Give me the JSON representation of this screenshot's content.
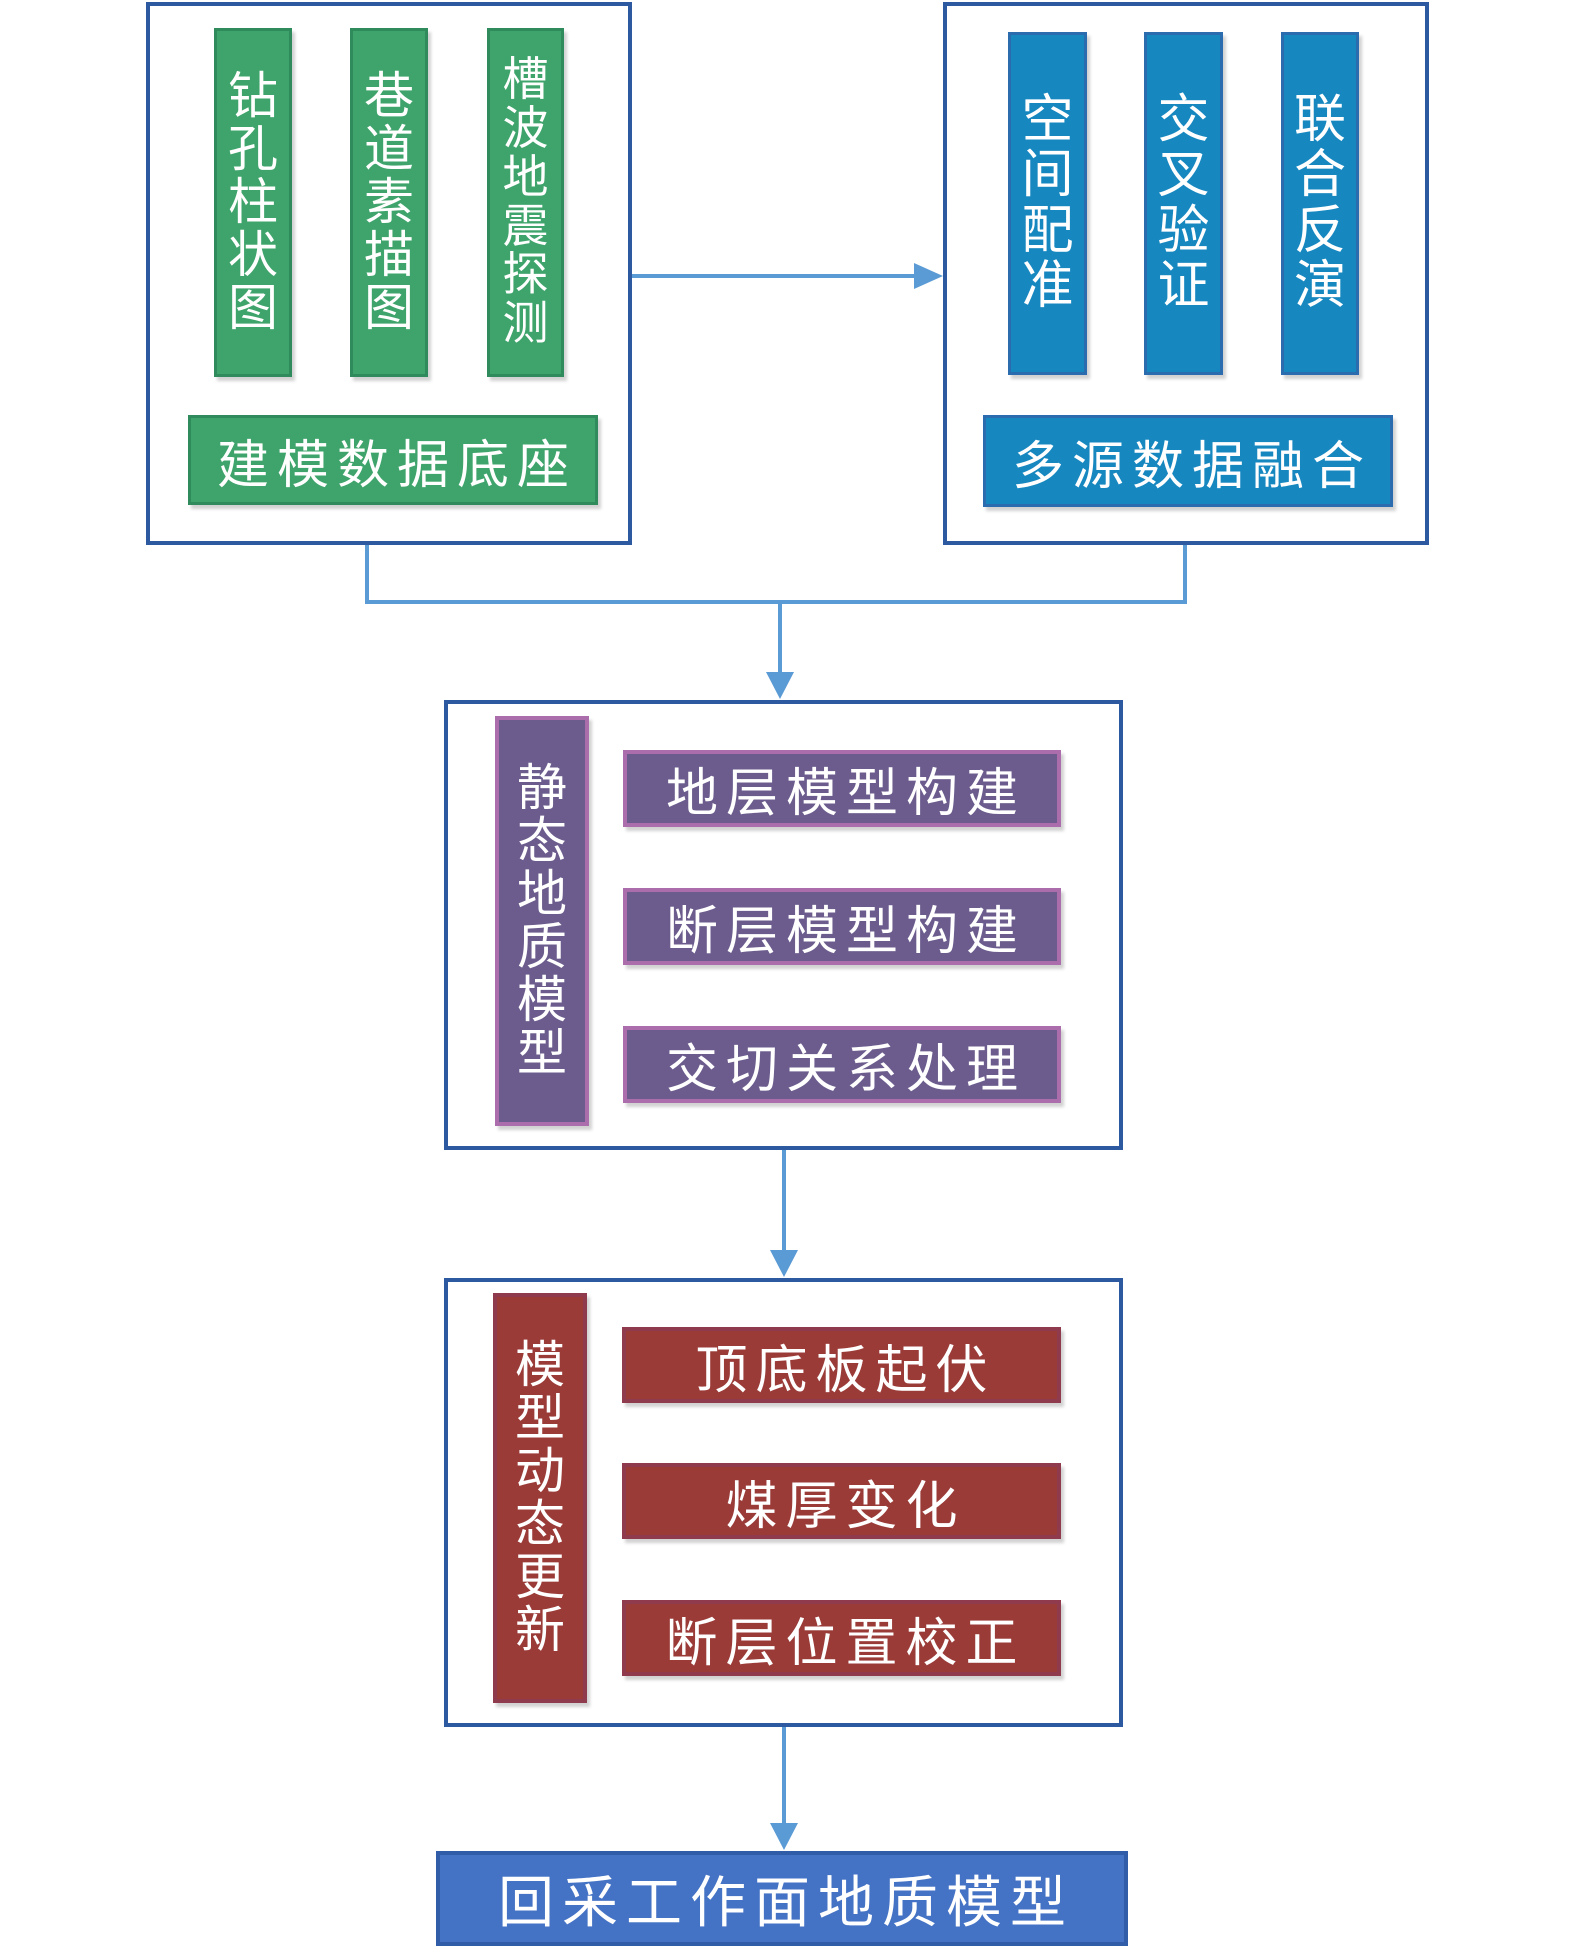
{
  "diagram": {
    "data_base_group": {
      "vertical_items": [
        "钻孔柱状图",
        "巷道素描图",
        "槽波地震探测"
      ],
      "summary_label": "建模数据底座"
    },
    "fusion_group": {
      "vertical_items": [
        "空间配准",
        "交叉验证",
        "联合反演"
      ],
      "summary_label": "多源数据融合"
    },
    "static_model_group": {
      "side_label": "静态地质模型",
      "steps": [
        "地层模型构建",
        "断层模型构建",
        "交切关系处理"
      ]
    },
    "dynamic_update_group": {
      "side_label": "模型动态更新",
      "steps": [
        "顶底板起伏",
        "煤厚变化",
        "断层位置校正"
      ]
    },
    "output_label": "回采工作面地质模型",
    "colors": {
      "green_fill": "#3ea46b",
      "green_border": "#2f8b5b",
      "blue_fill": "#1787c0",
      "blue_border": "#2a6cae",
      "purple_fill": "#6b5c8d",
      "purple_border": "#ab6dab",
      "red_fill": "#9a3b38",
      "red_border": "#8f3a4d",
      "output_fill": "#4472c4",
      "output_border": "#305ca8",
      "container_border": "#2d59a1",
      "connector": "#5b9bd5",
      "text": "#ffffff"
    }
  }
}
